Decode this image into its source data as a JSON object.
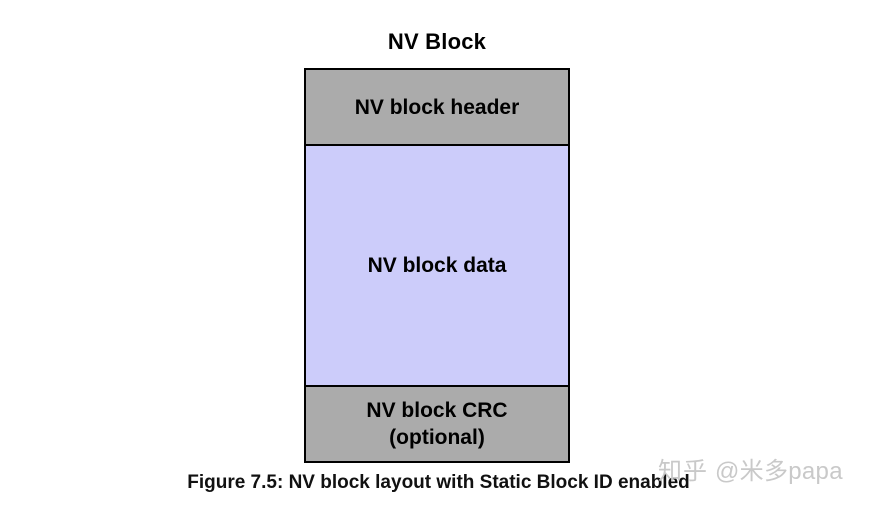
{
  "figure": {
    "title": "NV Block",
    "caption": "Figure 7.5: NV block layout with Static Block ID enabled",
    "segments": [
      {
        "name": "header",
        "label": "NV block header",
        "fill": "#ababab"
      },
      {
        "name": "data",
        "label": "NV block data",
        "fill": "#ccccfa"
      },
      {
        "name": "crc",
        "label_line1": "NV block CRC",
        "label_line2": "(optional)",
        "fill": "#ababab"
      }
    ],
    "border_color": "#000000",
    "background": "#ffffff"
  },
  "watermark": {
    "logo_text": "知乎",
    "handle": "@米多papa",
    "color": "#c9c9c9"
  }
}
